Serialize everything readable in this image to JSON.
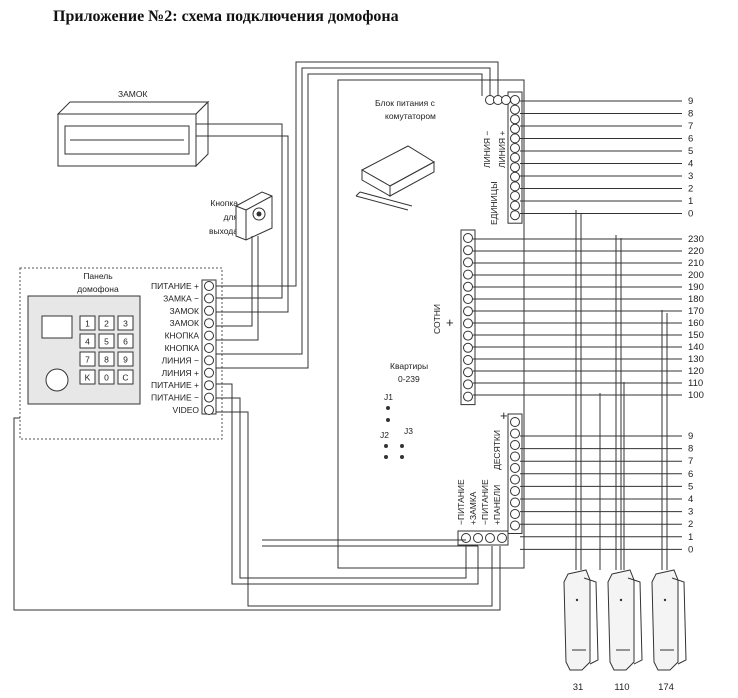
{
  "title": "Приложение №2: схема подключения домофона",
  "lock": {
    "label": "ЗАМОК"
  },
  "exit_button": {
    "label_lines": [
      "Кнопка",
      "для",
      "выхода"
    ]
  },
  "panel": {
    "title_lines": [
      "Панель",
      "домофона"
    ],
    "keys": [
      "1",
      "2",
      "3",
      "4",
      "5",
      "6",
      "7",
      "8",
      "9",
      "K",
      "0",
      "C"
    ],
    "terminals": [
      "ПИТАНИЕ +",
      "ЗАМКА −",
      "ЗАМОК",
      "ЗАМОК",
      "КНОПКА",
      "КНОПКА",
      "ЛИНИЯ −",
      "ЛИНИЯ +",
      "ПИТАНИЕ +",
      "ПИТАНИЕ −",
      "VIDEO"
    ]
  },
  "power_unit": {
    "label_lines": [
      "Блок питания с",
      "комутатором"
    ]
  },
  "terminal_labels": {
    "liniya_minus": "ЛИНИЯ −",
    "liniya_plus": "ЛИНИЯ +",
    "units": "ЕДИНИЦЫ",
    "hundreds": "СОТНИ",
    "hundreds_sign": "+",
    "tens": "ДЕСЯТКИ",
    "tens_sign": "+",
    "apartments": [
      "Квартиры",
      "0-239"
    ],
    "jumpers": [
      "J1",
      "J2",
      "J3"
    ],
    "bottom_terms": [
      "−ПИТАНИЕ",
      "+ЗАМКА",
      "−ПИТАНИЕ",
      "+ПАНЕЛИ"
    ]
  },
  "units_outputs": [
    "9",
    "8",
    "7",
    "6",
    "5",
    "4",
    "3",
    "2",
    "1",
    "0"
  ],
  "hundreds_outputs": [
    "230",
    "220",
    "210",
    "200",
    "190",
    "180",
    "170",
    "160",
    "150",
    "140",
    "130",
    "120",
    "110",
    "100"
  ],
  "tens_outputs": [
    "9",
    "8",
    "7",
    "6",
    "5",
    "4",
    "3",
    "2",
    "1",
    "0"
  ],
  "handsets": [
    "31",
    "110",
    "174"
  ]
}
